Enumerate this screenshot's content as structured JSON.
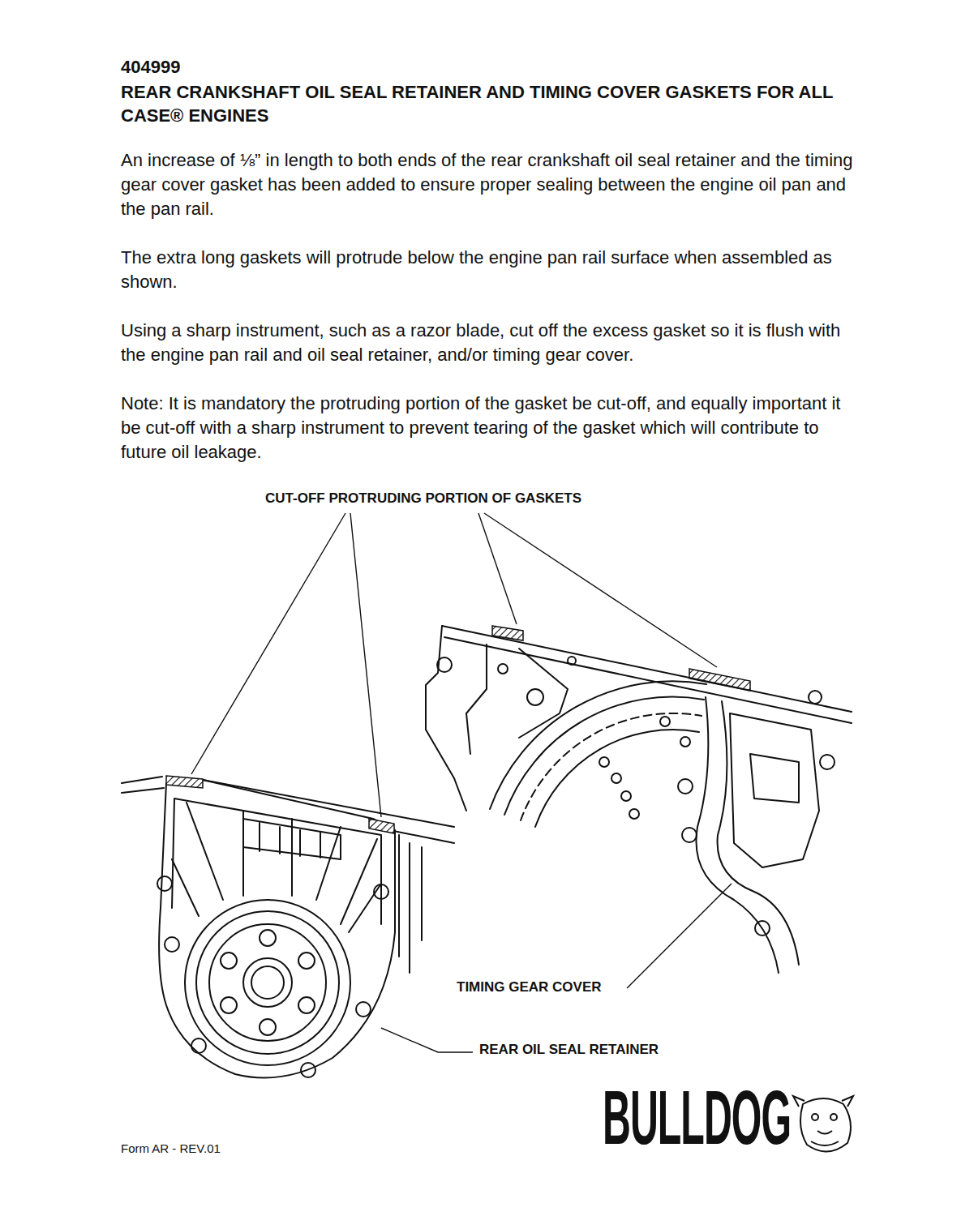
{
  "diagram": {
    "title": "REAR CRANKSHAFT OIL SEAL RETAINER AND TIMING COVER GASKETS FOR ALL CASE® ENGINES",
    "labels": [
      "404999",
      "An increase of ⅛” in length to both ends of the rear crankshaft oil seal retainer and the timing gear cover gasket has been added to ensure proper sealing between the engine oil pan and the pan rail.",
      "The extra long gaskets will protrude below the engine pan rail surface when assembled as shown.",
      "Using a sharp instrument, such as a razor blade, cut off the excess gasket so it is flush with the engine pan rail and oil seal retainer, and/or timing gear cover.",
      "Note: It is mandatory the protruding portion of the gasket be cut-off, and equally important it be cut-off with a sharp instrument to prevent tearing of the gasket which will contribute to future oil leakage.",
      "CUT-OFF PROTRUDING PORTION OF GASKETS",
      "TIMING GEAR COVER",
      "REAR OIL SEAL RETAINER",
      "BULLDOG",
      "Form AR - REV.01"
    ]
  }
}
